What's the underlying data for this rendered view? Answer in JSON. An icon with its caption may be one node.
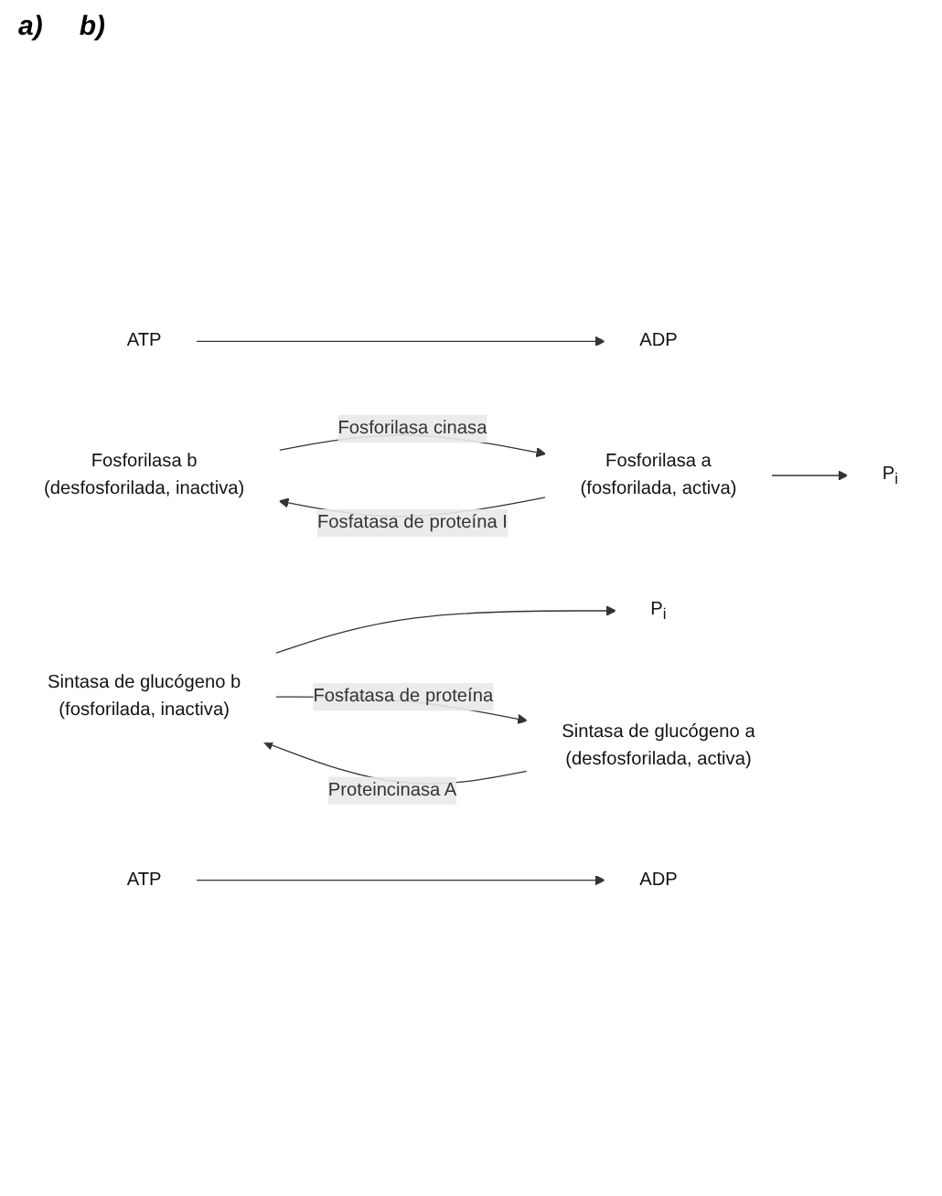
{
  "diagram": {
    "nodes": [
      {
        "text": [
          "ATP"
        ]
      },
      {
        "text": [
          "ADP"
        ]
      },
      {
        "text": [
          "Fosforilasa b",
          "(desfosforilada, inactiva)"
        ]
      },
      {
        "text": [
          "Fosforilasa a",
          "(fosforilada, activa)"
        ]
      },
      {
        "text": [
          "P$_{i}$"
        ]
      },
      {
        "text": [
          "P$_{i}$"
        ]
      },
      {
        "text": [
          "Sintasa de glucógeno b",
          "(fosforilada, inactiva)"
        ]
      },
      {
        "text": [
          "Sintasa de glucógeno a",
          "(desfosforilada, activa)"
        ]
      },
      {
        "text": [
          "ADP"
        ]
      },
      {
        "text": [
          "ATP"
        ]
      }
    ],
    "edges": [
      {
        "from": 2,
        "to": 3,
        "arrow": "to",
        "label": "Fosforilasa cinasa"
      },
      {
        "from": 0,
        "to": 1,
        "arrow": "to"
      },
      {
        "from": 3,
        "to": 2,
        "arrow": "to",
        "label": "Fosfatasa de proteína I"
      },
      {
        "from": 3,
        "to": 4,
        "arrow": "to"
      },
      {
        "from": 6,
        "to": 7,
        "arrow": "to",
        "label": "Fosfatasa de proteína"
      },
      {
        "from": 6,
        "to": 5,
        "arrow": "to"
      },
      {
        "from": 7,
        "to": 6,
        "arrow": "to",
        "label": "Proteincinasa A"
      },
      {
        "from": 9,
        "to": 8,
        "arrow": "to"
      }
    ],
    "labels": [
      "a)",
      "b)"
    ]
  }
}
